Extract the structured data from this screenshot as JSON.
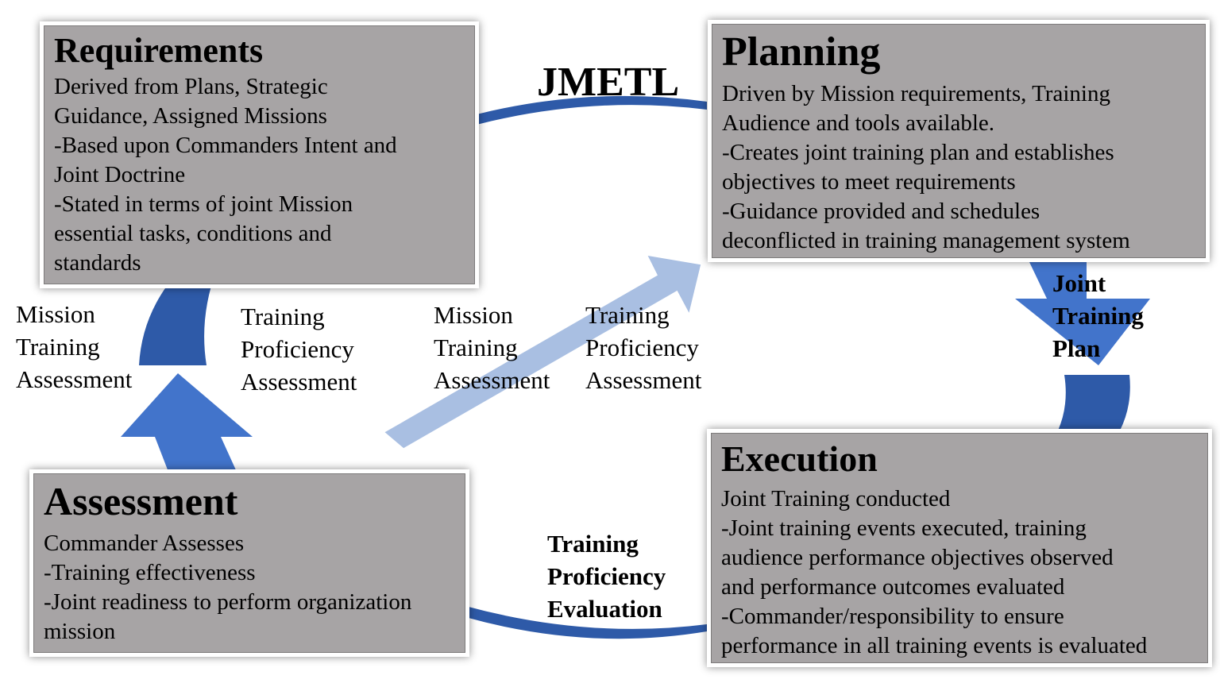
{
  "requirements": {
    "title": "Requirements",
    "lines": [
      "Derived from Plans, Strategic",
      "Guidance, Assigned Missions",
      "-Based upon Commanders Intent and",
      "Joint Doctrine",
      "-Stated in terms of  joint Mission",
      "essential tasks, conditions and",
      "standards"
    ]
  },
  "planning": {
    "title": "Planning",
    "lines": [
      "Driven by Mission requirements, Training",
      "Audience and tools available.",
      "-Creates joint training plan and establishes",
      "objectives to meet requirements",
      "-Guidance provided and schedules",
      "deconflicted in training management system"
    ]
  },
  "execution": {
    "title": "Execution",
    "lines": [
      "Joint Training conducted",
      "-Joint training events executed, training",
      "audience performance objectives observed",
      "and performance outcomes evaluated",
      "-Commander/responsibility to ensure",
      "performance in all training events is evaluated"
    ]
  },
  "assessment": {
    "title": "Assessment",
    "lines": [
      "Commander Assesses",
      "-Training effectiveness",
      "-Joint readiness to perform organization",
      "mission"
    ]
  },
  "labels": {
    "jmetl": "JMETL",
    "joint_training_plan": [
      "Joint",
      "Training",
      "Plan"
    ],
    "training_proficiency_evaluation": [
      "Training",
      "Proficiency",
      "Evaluation"
    ],
    "mission_training_assessment_left": [
      "Mission",
      "Training",
      "Assessment"
    ],
    "training_proficiency_assessment_left": [
      "Training",
      "Proficiency",
      "Assessment"
    ],
    "mission_training_assessment_center": [
      "Mission",
      "Training",
      "Assessment"
    ],
    "training_proficiency_assessment_center": [
      "Training",
      "Proficiency",
      "Assessment"
    ]
  },
  "colors": {
    "box_fill": "#a7a4a5",
    "arrow_dark": "#2e5aa8",
    "arrow_mid": "#4274cb",
    "arrow_light": "#a9bfe2"
  }
}
